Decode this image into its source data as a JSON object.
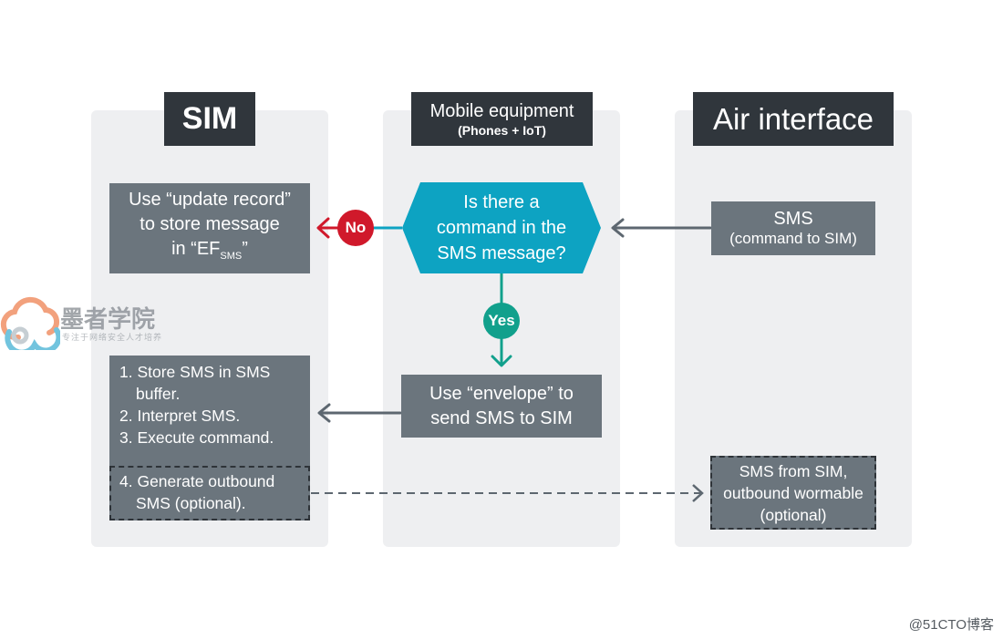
{
  "lanes": {
    "sim": {
      "title": "SIM"
    },
    "mobile": {
      "title": "Mobile equipment",
      "subtitle": "(Phones + IoT)"
    },
    "air": {
      "title": "Air interface"
    }
  },
  "nodes": {
    "update_record": {
      "line1": "Use “update record”",
      "line2": "to store message",
      "line3_prefix": "in “EF",
      "line3_sub": "SMS",
      "line3_suffix": "”"
    },
    "decision": {
      "line1": "Is there a",
      "line2": "command in the",
      "line3": "SMS message?"
    },
    "sms_in": {
      "line1": "SMS",
      "line2": "(command to SIM)"
    },
    "envelope": {
      "line1": "Use “envelope” to",
      "line2": "send SMS to SIM"
    },
    "sim_steps": {
      "step1_a": "1. Store SMS in SMS",
      "step1_b": "buffer.",
      "step2": "2. Interpret SMS.",
      "step3": "3. Execute command.",
      "step4_a": "4. Generate outbound",
      "step4_b": "SMS (optional)."
    },
    "sms_out": {
      "line1": "SMS from SIM,",
      "line2": "outbound wormable",
      "line3": "(optional)"
    }
  },
  "badges": {
    "no": "No",
    "yes": "Yes"
  },
  "watermark": {
    "brand": "墨者学院",
    "tagline": "专注于网络安全人才培养",
    "credit": "@51CTO博客"
  },
  "colors": {
    "lane_bg": "#eeeff1",
    "header_bg": "#30363c",
    "box_bg": "#6b757d",
    "decision_bg": "#0da3c2",
    "no_badge": "#d0192b",
    "yes_badge": "#11a08c",
    "arrow": "#5d6770"
  }
}
